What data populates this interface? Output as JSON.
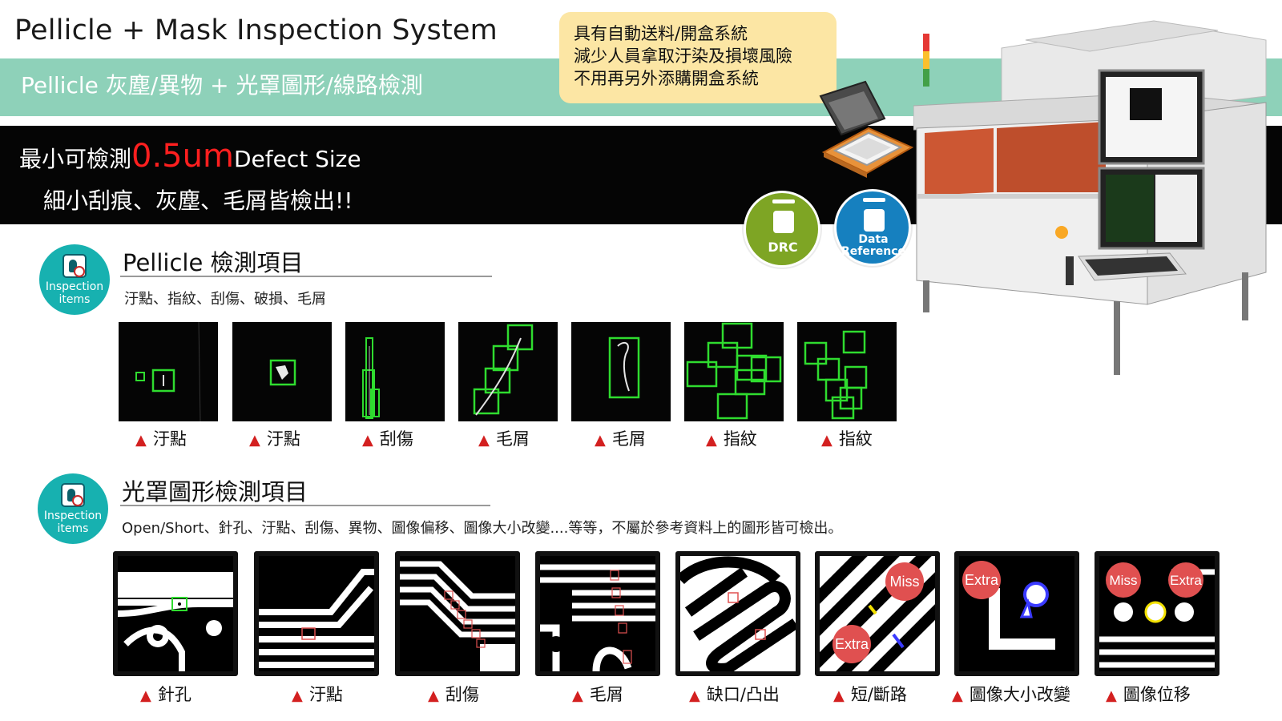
{
  "header": {
    "title": "Pellicle + Mask Inspection System",
    "subtitle": "Pellicle 灰塵/異物 + 光罩圖形/線路檢測"
  },
  "callout": {
    "lines": [
      "具有自動送料/開盒系統",
      "減少人員拿取汙染及損壞風險",
      "不用再另外添購開盒系統"
    ]
  },
  "banner": {
    "prefix": "最小可檢測",
    "highlight": "0.5um",
    "suffix": "Defect Size",
    "line2": "細小刮痕、灰塵、毛屑皆檢出!!"
  },
  "badges": {
    "drc": "DRC",
    "data_ref_line1": "Data",
    "data_ref_line2": "Reference"
  },
  "icon_label": {
    "line1": "Inspection",
    "line2": "items"
  },
  "pellicle": {
    "title": "Pellicle 檢測項目",
    "description": "汙點、指紋、刮傷、破損、毛屑",
    "items": [
      {
        "label": "汙點"
      },
      {
        "label": "汙點"
      },
      {
        "label": "刮傷"
      },
      {
        "label": "毛屑"
      },
      {
        "label": "毛屑"
      },
      {
        "label": "指紋"
      },
      {
        "label": "指紋"
      }
    ]
  },
  "mask": {
    "title": "光罩圖形檢測項目",
    "description": "Open/Short、針孔、汙點、刮傷、異物、圖像偏移、圖像大小改變....等等，不屬於參考資料上的圖形皆可檢出。",
    "items": [
      {
        "label": "針孔"
      },
      {
        "label": "汙點"
      },
      {
        "label": "刮傷"
      },
      {
        "label": "毛屑"
      },
      {
        "label": "缺口/凸出"
      },
      {
        "label": "短/斷路"
      },
      {
        "label": "圖像大小改變"
      },
      {
        "label": "圖像位移"
      }
    ],
    "markers": {
      "miss": "Miss",
      "extra": "Extra"
    }
  },
  "colors": {
    "teal_band": "#8ed1b9",
    "callout": "#fce6a4",
    "highlight_red": "#ff1f1f",
    "icon_teal": "#17b1b0",
    "drc_green": "#7ea524",
    "data_blue": "#1680bf",
    "box_green": "#2fdc2f",
    "marker_red": "#e05050"
  }
}
